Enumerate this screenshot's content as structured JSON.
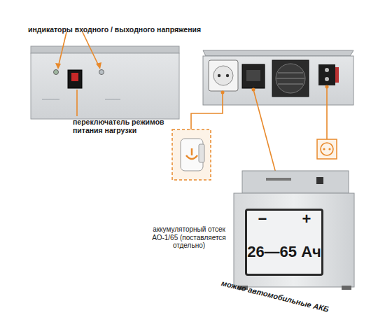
{
  "diagram": {
    "nodes": [
      {
        "text": [
          "26—65 Ач"
        ]
      }
    ],
    "labels": [
      "индикаторы входного / выходного напряжения",
      "переключатель режимов питания нагрузки",
      "аккумуляторный отсек АО-1/65 (поставляется отдельно)",
      "можно автомобильные АКБ",
      "−",
      "+"
    ]
  }
}
